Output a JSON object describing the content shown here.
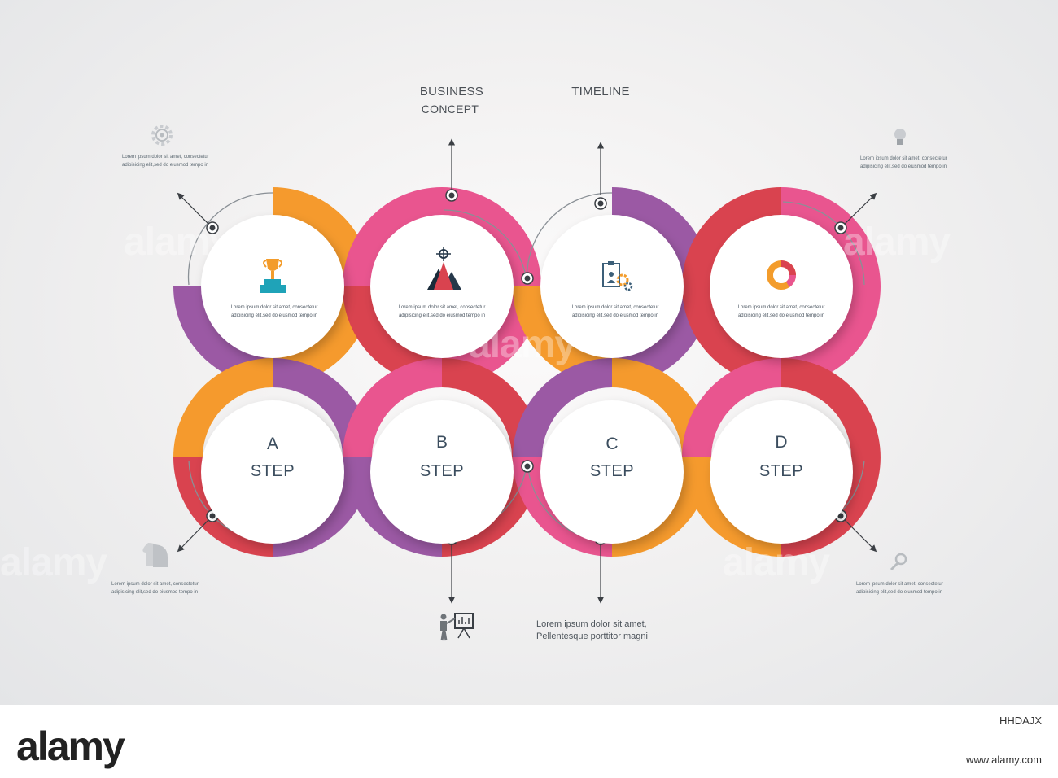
{
  "header": {
    "left_title_1": "BUSINESS",
    "left_title_2": "CONCEPT",
    "right_title": "TIMELINE"
  },
  "colors": {
    "orange": "#f59a2d",
    "purple": "#9b59a4",
    "pink": "#e9558f",
    "red": "#d9434f",
    "connector": "#6b7178"
  },
  "steps": [
    {
      "letter": "A",
      "word": "STEP",
      "icon": "trophy-icon",
      "caption_1": "Lorem ipsum dolor sit amet, consectetur",
      "caption_2": "adipisicing elit,sed do eiusmod tempo in"
    },
    {
      "letter": "B",
      "word": "STEP",
      "icon": "mountain-flag-icon",
      "caption_1": "Lorem ipsum dolor sit amet, consectetur",
      "caption_2": "adipisicing elit,sed do eiusmod tempo in"
    },
    {
      "letter": "C",
      "word": "STEP",
      "icon": "clipboard-gears-icon",
      "caption_1": "Lorem ipsum dolor sit amet, consectetur",
      "caption_2": "adipisicing elit,sed do eiusmod tempo in"
    },
    {
      "letter": "D",
      "word": "STEP",
      "icon": "donut-chart-icon",
      "caption_1": "Lorem ipsum dolor sit amet, consectetur",
      "caption_2": "adipisicing elit,sed do eiusmod tempo in"
    }
  ],
  "notes": {
    "top_left": {
      "icon": "gear-icon",
      "line_1": "Lorem ipsum dolor sit amet, consectetur",
      "line_2": "adipisicing elit,sed do eiusmod tempo in"
    },
    "top_right": {
      "icon": "lightbulb-icon",
      "line_1": "Lorem ipsum dolor sit amet, consectetur",
      "line_2": "adipisicing elit,sed do eiusmod tempo in"
    },
    "bottom_left": {
      "icon": "heads-icon",
      "line_1": "Lorem ipsum dolor sit amet, consectetur",
      "line_2": "adipisicing elit,sed do eiusmod tempo in"
    },
    "bottom_right": {
      "icon": "magnifier-icon",
      "line_1": "Lorem ipsum dolor sit amet, consectetur",
      "line_2": "adipisicing elit,sed do eiusmod tempo in"
    }
  },
  "bottom_note": {
    "icon": "presenter-board-icon",
    "line_1": "Lorem ipsum dolor sit amet,",
    "line_2": "Pellentesque porttitor magni"
  },
  "watermark": {
    "text": "alamy",
    "image_id": "HHDAJX",
    "url": "www.alamy.com"
  }
}
